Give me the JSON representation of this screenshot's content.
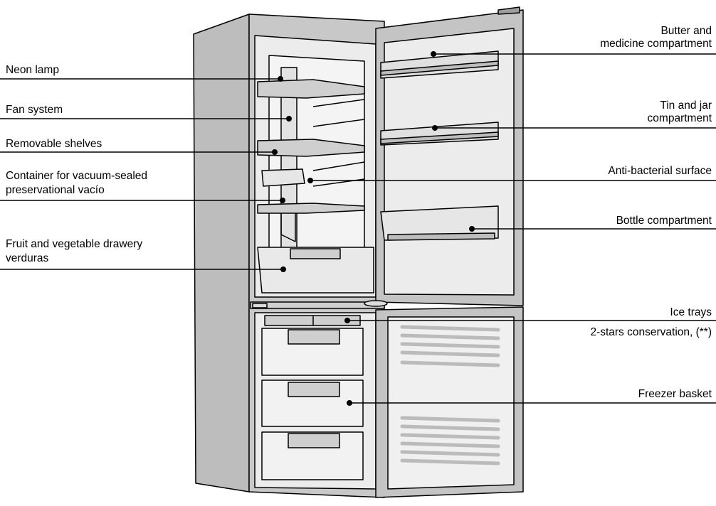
{
  "labels_left": [
    {
      "id": "neon-lamp",
      "lines": [
        "Neon lamp"
      ]
    },
    {
      "id": "fan-system",
      "lines": [
        "Fan system"
      ]
    },
    {
      "id": "removable-shelves",
      "lines": [
        "Removable shelves"
      ]
    },
    {
      "id": "vacuum-container",
      "lines": [
        "Container for vacuum-sealed",
        "preservational vacío"
      ]
    },
    {
      "id": "fruit-drawer",
      "lines": [
        "Fruit and vegetable drawery",
        "verduras"
      ]
    }
  ],
  "labels_right": [
    {
      "id": "butter-compartment",
      "lines": [
        "Butter and",
        "medicine compartment"
      ]
    },
    {
      "id": "tin-jar-compartment",
      "lines": [
        "Tin and jar",
        "compartment"
      ]
    },
    {
      "id": "antibacterial-surface",
      "lines": [
        "Anti-bacterial surface"
      ]
    },
    {
      "id": "bottle-compartment",
      "lines": [
        "Bottle compartment"
      ]
    },
    {
      "id": "ice-trays",
      "lines": [
        "Ice trays"
      ]
    },
    {
      "id": "two-stars",
      "lines": [
        "2-stars conservation, (**)"
      ]
    },
    {
      "id": "freezer-basket",
      "lines": [
        "Freezer basket"
      ]
    }
  ],
  "colors": {
    "ink": "#000000",
    "cabinet": "#bdbdbd",
    "inner": "#ececec",
    "shelf": "#cfcfcf",
    "frost": "#d6d6d6"
  }
}
